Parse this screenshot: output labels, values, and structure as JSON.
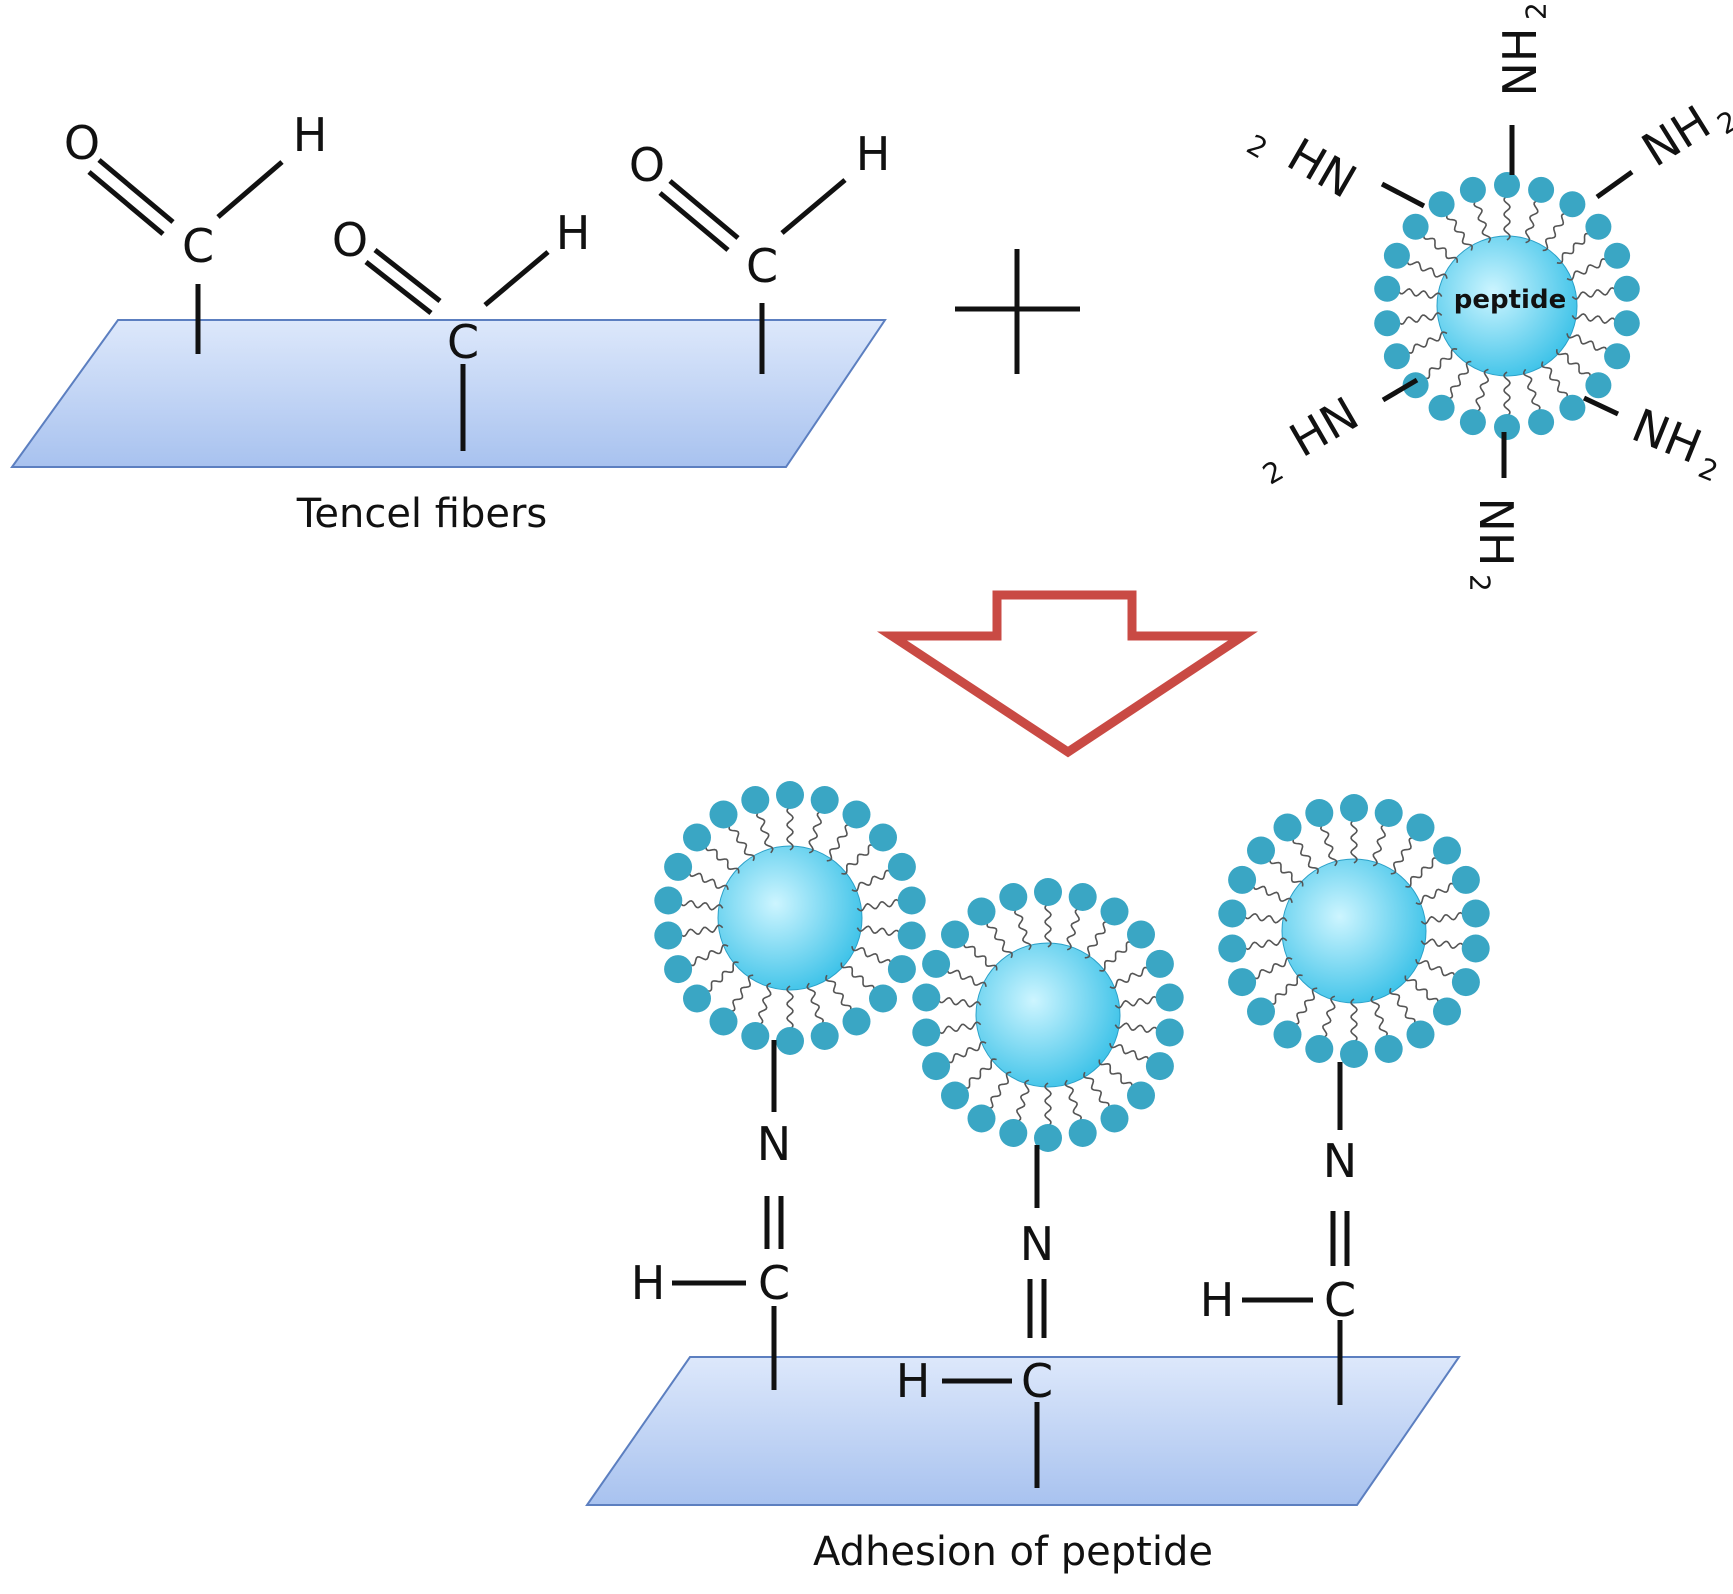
{
  "colors": {
    "plane_top": "#dde8fb",
    "plane_bottom": "#a8c2ef",
    "plane_stroke": "#5c7fc0",
    "bead": "#3aa6c4",
    "core_light": "#cdf5ff",
    "core_dark": "#3cc2e8",
    "arrow_stroke": "#c94a44",
    "bond": "#111111"
  },
  "labels": {
    "tencel_caption": "Tencel fibers",
    "adhesion_caption": "Adhesion of peptide",
    "peptide_label": "peptide",
    "plus_sign": "+"
  },
  "atoms": {
    "oxygen": "O",
    "hydrogen": "H",
    "carbon": "C",
    "nitrogen": "N",
    "amine_nh": "NH",
    "amine_hn": "HN",
    "subscript_2": "2"
  },
  "icons": {
    "reaction_arrow": "hollow-down-arrow",
    "micelle": "peptide-micelle-icon"
  }
}
